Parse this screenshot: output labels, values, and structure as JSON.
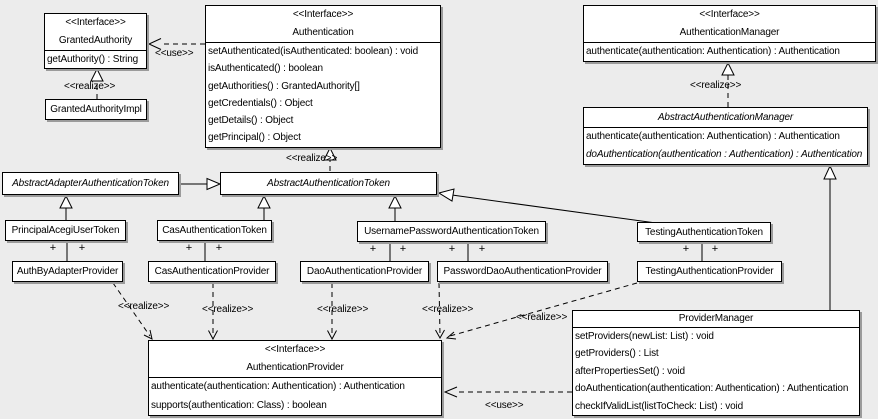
{
  "labels": {
    "use": "<<use>>",
    "realize": "<<realize>>",
    "plus": "+",
    "stereotype_interface": "<<Interface>>"
  },
  "classes": {
    "granted_authority": {
      "name": "GrantedAuthority",
      "methods": [
        "getAuthority() : String"
      ]
    },
    "granted_authority_impl": {
      "name": "GrantedAuthorityImpl"
    },
    "authentication": {
      "name": "Authentication",
      "methods": [
        "setAuthenticated(isAuthenticated: boolean) : void",
        "isAuthenticated() : boolean",
        "getAuthorities() : GrantedAuthority[]",
        "getCredentials() : Object",
        "getDetails() : Object",
        "getPrincipal() : Object"
      ]
    },
    "authentication_manager": {
      "name": "AuthenticationManager",
      "methods": [
        "authenticate(authentication: Authentication) : Authentication"
      ]
    },
    "abstract_authentication_manager": {
      "name": "AbstractAuthenticationManager",
      "methods": [
        "authenticate(authentication: Authentication) : Authentication",
        "doAuthentication(authentication : Authentication) : Authentication"
      ]
    },
    "abstract_adapter_authentication_token": {
      "name": "AbstractAdapterAuthenticationToken"
    },
    "abstract_authentication_token": {
      "name": "AbstractAuthenticationToken"
    },
    "principal_acegi_user_token": {
      "name": "PrincipalAcegiUserToken"
    },
    "cas_authentication_token": {
      "name": "CasAuthenticationToken"
    },
    "username_password_authentication_token": {
      "name": "UsernamePasswordAuthenticationToken"
    },
    "testing_authentication_token": {
      "name": "TestingAuthenticationToken"
    },
    "auth_by_adapter_provider": {
      "name": "AuthByAdapterProvider"
    },
    "cas_authentication_provider": {
      "name": "CasAuthenticationProvider"
    },
    "dao_authentication_provider": {
      "name": "DaoAuthenticationProvider"
    },
    "password_dao_authentication_provider": {
      "name": "PasswordDaoAuthenticationProvider"
    },
    "testing_authentication_provider": {
      "name": "TestingAuthenticationProvider"
    },
    "provider_manager": {
      "name": "ProviderManager",
      "methods": [
        "setProviders(newList: List) : void",
        "getProviders() : List",
        "afterPropertiesSet() : void",
        "doAuthentication(authentication: Authentication) : Authentication",
        "checkIfValidList(listToCheck: List) : void"
      ]
    },
    "authentication_provider": {
      "name": "AuthenticationProvider",
      "methods": [
        "authenticate(authentication: Authentication) : Authentication",
        "supports(authentication: Class) : boolean"
      ]
    }
  },
  "colors": {
    "background": "#ececec",
    "box_fill": "#ffffff",
    "line": "#000000",
    "shadow": "#9b9b9b"
  }
}
